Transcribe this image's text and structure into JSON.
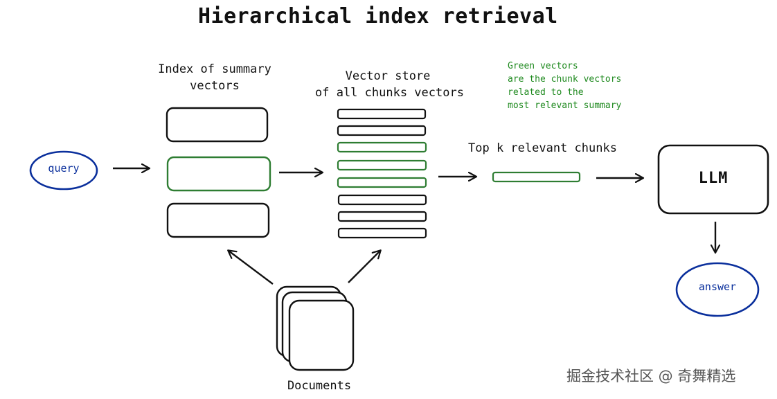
{
  "title": "Hierarchical index retrieval",
  "index_label": [
    "Index of summary",
    "vectors"
  ],
  "vector_store_label": [
    "Vector store",
    "of all chunks vectors"
  ],
  "note_lines": [
    "Green vectors",
    "are the chunk vectors",
    "related to the",
    "most relevant summary"
  ],
  "top_k_label": "Top k relevant chunks",
  "query_label": "query",
  "llm_label": "LLM",
  "answer_label": "answer",
  "documents_label": "Documents",
  "watermark": "掘金技术社区 @ 奇舞精选",
  "colors": {
    "stroke": "#111111",
    "highlight": "#2e7d32",
    "note_text": "#1f8a1f",
    "ellipse": "#0a2f9c"
  }
}
